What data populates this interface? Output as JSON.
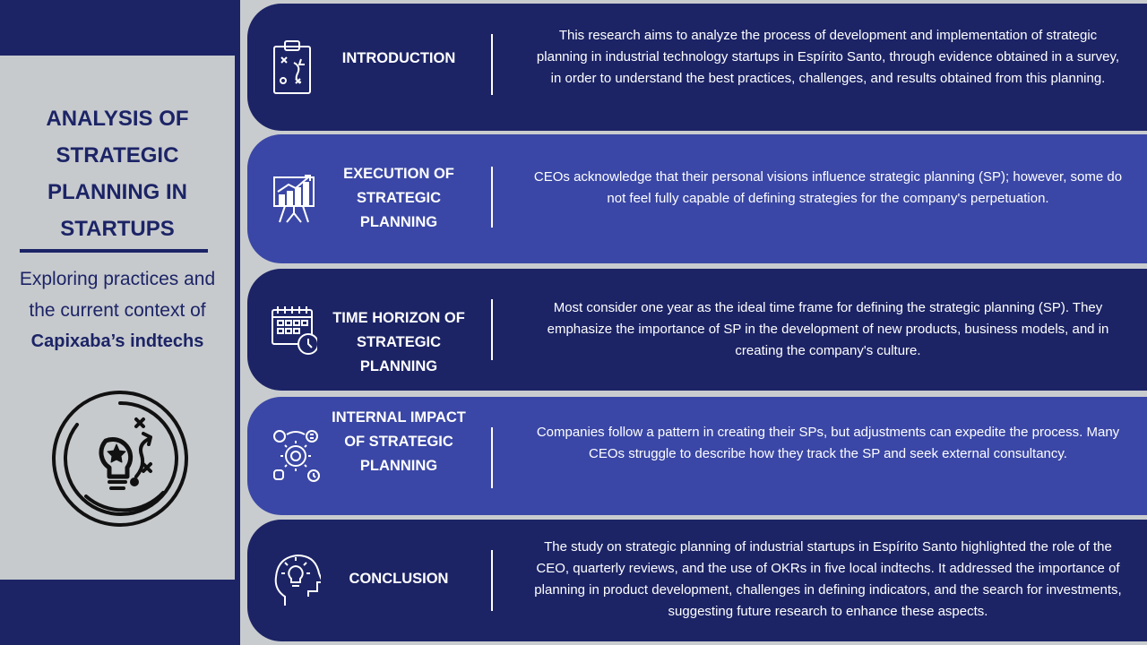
{
  "sidebar": {
    "title_lines": [
      "ANALYSIS OF",
      "STRATEGIC",
      "PLANNING IN",
      "STARTUPS"
    ],
    "subtitle_line1": "Exploring practices and",
    "subtitle_line2": "the current context of",
    "subtitle_bold": "Capixaba’s indtechs",
    "icon": "lightbulb-strategy-icon"
  },
  "sections": [
    {
      "id": "introduction",
      "label": "INTRODUCTION",
      "icon": "clipboard-strategy-icon",
      "text": "This research aims to analyze the process of development and implementation of strategic planning in industrial technology startups in Espírito Santo, through evidence obtained in a survey, in order to understand the best practices, challenges, and results obtained from this planning."
    },
    {
      "id": "execution",
      "label": "EXECUTION OF STRATEGIC PLANNING",
      "icon": "presentation-chart-icon",
      "text": "CEOs acknowledge that their personal visions influence strategic planning (SP); however, some do not feel fully capable of defining strategies for the company's perpetuation."
    },
    {
      "id": "time-horizon",
      "label": "TIME HORIZON OF STRATEGIC PLANNING",
      "icon": "calendar-clock-icon",
      "text": "Most consider one year as the ideal time frame for defining the strategic planning (SP). They emphasize the importance of SP in the development of new products, business models, and in creating the company's culture."
    },
    {
      "id": "internal-impact",
      "label": "INTERNAL IMPACT OF STRATEGIC PLANNING",
      "icon": "gear-impact-icon",
      "text": "Companies follow a pattern in creating their SPs, but adjustments can expedite the process. Many CEOs struggle to describe how they track the SP and seek external consultancy."
    },
    {
      "id": "conclusion",
      "label": "CONCLUSION",
      "icon": "head-lightbulb-icon",
      "text": "The study on strategic planning of industrial startups in Espírito Santo highlighted the role of the CEO, quarterly reviews, and the use of OKRs in five local indtechs. It addressed the importance of planning in product development, challenges in defining indicators, and the search for investments, suggesting future research to enhance these aspects."
    }
  ],
  "colors": {
    "navy": "#1c2466",
    "blue": "#3a47a6",
    "grey": "#c7cacd",
    "white": "#ffffff"
  }
}
